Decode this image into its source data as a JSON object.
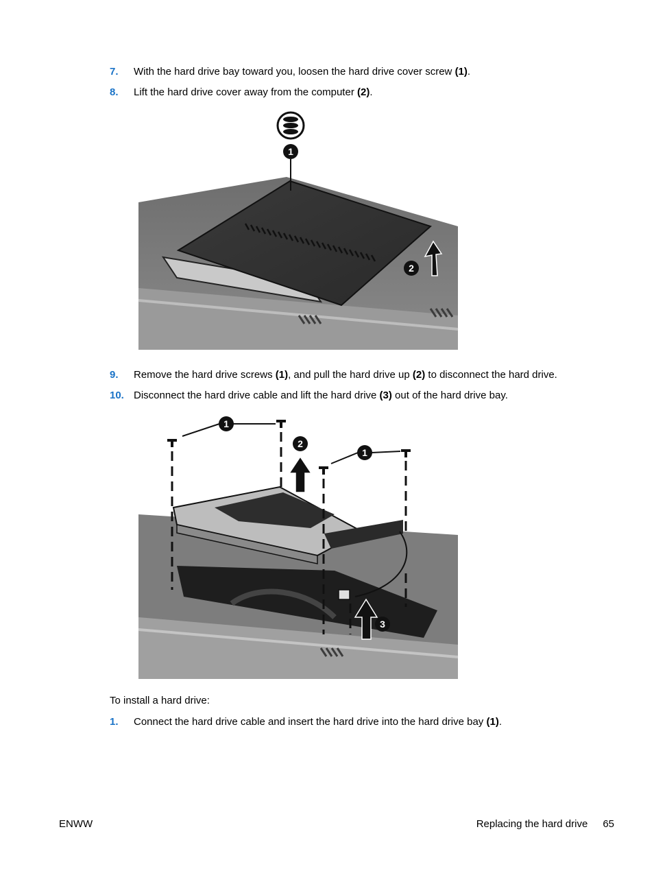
{
  "steps_a": [
    {
      "num": "7.",
      "before": "With the hard drive bay toward you, loosen the hard drive cover screw ",
      "b1": "(1)",
      "mid": ".",
      "b2": "",
      "after": ""
    },
    {
      "num": "8.",
      "before": "Lift the hard drive cover away from the computer ",
      "b1": "(2)",
      "mid": ".",
      "b2": "",
      "after": ""
    }
  ],
  "steps_b": [
    {
      "num": "9.",
      "before": "Remove the hard drive screws ",
      "b1": "(1)",
      "mid": ", and pull the hard drive up ",
      "b2": "(2)",
      "after": " to disconnect the hard drive."
    },
    {
      "num": "10.",
      "before": "Disconnect the hard drive cable and lift the hard drive ",
      "b1": "(3)",
      "mid": " out of the hard drive bay.",
      "b2": "",
      "after": ""
    }
  ],
  "install_intro": "To install a hard drive:",
  "steps_c": [
    {
      "num": "1.",
      "before": "Connect the hard drive cable and insert the hard drive into the hard drive bay ",
      "b1": "(1)",
      "mid": ".",
      "b2": "",
      "after": ""
    }
  ],
  "figure1": {
    "callouts": [
      "1",
      "2"
    ]
  },
  "figure2": {
    "callouts": [
      "1",
      "2",
      "1",
      "3"
    ]
  },
  "footer": {
    "left": "ENWW",
    "section": "Replacing the hard drive",
    "page": "65"
  }
}
